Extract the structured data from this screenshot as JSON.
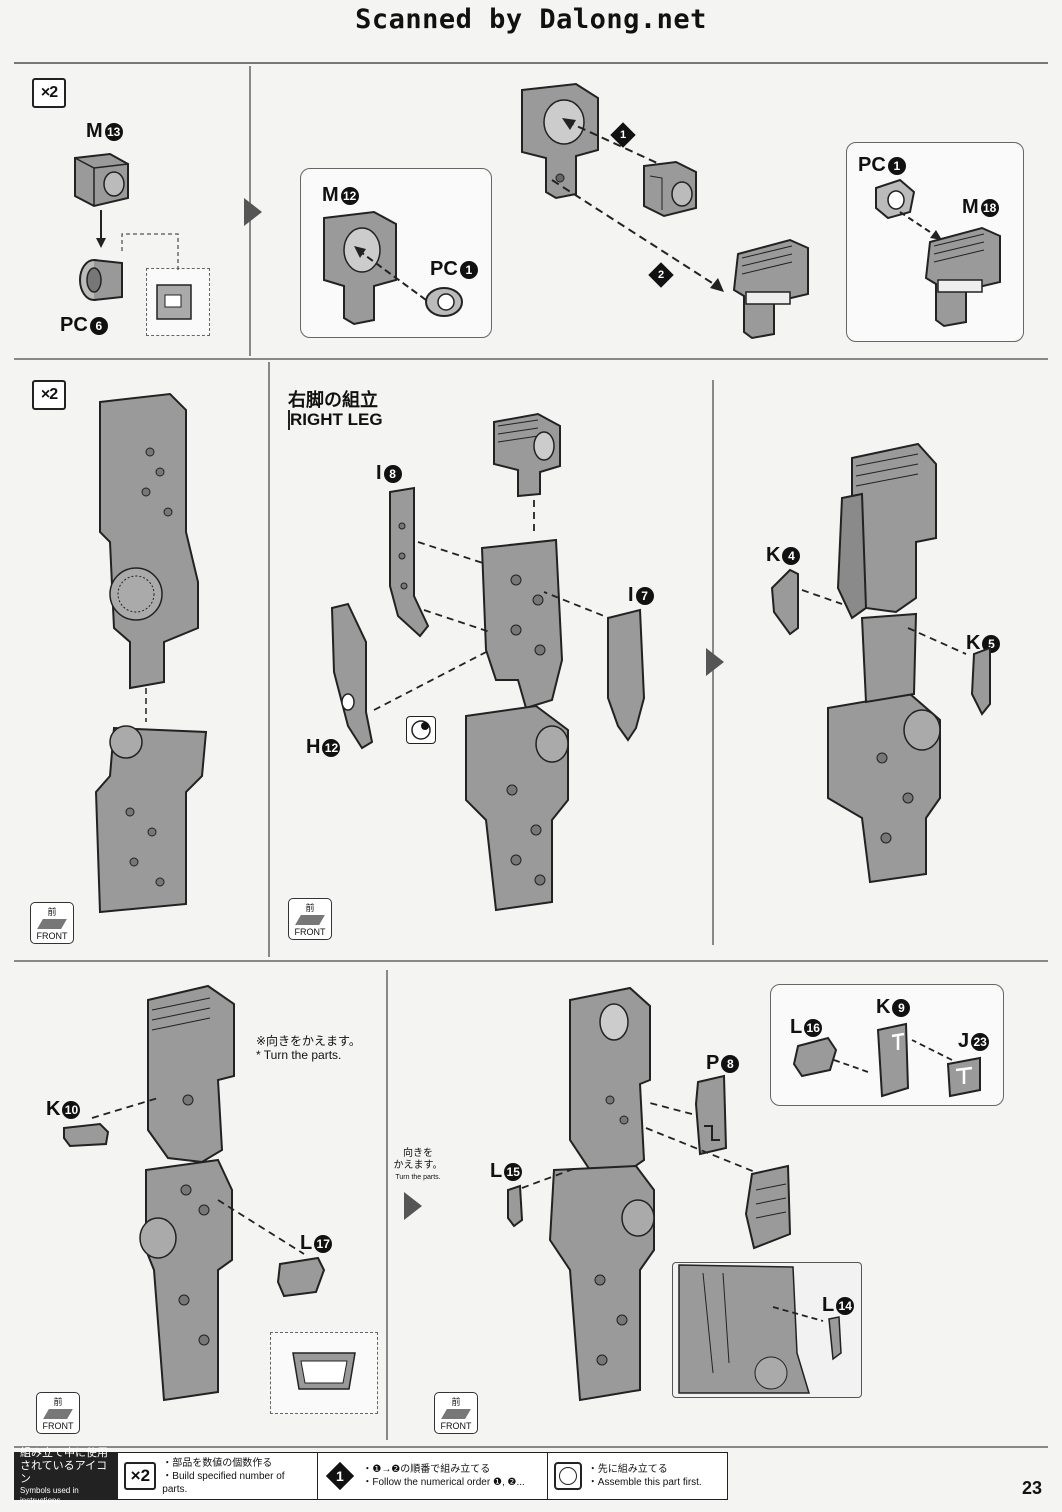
{
  "header": {
    "scan_credit": "Scanned by Dalong.net"
  },
  "step1": {
    "multiplier": "×2",
    "left_parts": {
      "m13": "M",
      "m13_num": "13",
      "pc6": "PC",
      "pc6_num": "6"
    },
    "callout_left": {
      "m12": "M",
      "m12_num": "12",
      "pc1": "PC",
      "pc1_num": "1"
    },
    "callout_right": {
      "pc1": "PC",
      "pc1_num": "1",
      "m18": "M",
      "m18_num": "18"
    },
    "order_1": "1",
    "order_2": "2"
  },
  "step2": {
    "multiplier": "×2",
    "title_jp": "右脚の組立",
    "title_en": "RIGHT LEG",
    "parts": {
      "i8": "I",
      "i8_num": "8",
      "i7": "I",
      "i7_num": "7",
      "h12": "H",
      "h12_num": "12",
      "k4": "K",
      "k4_num": "4",
      "k5": "K",
      "k5_num": "5"
    },
    "front_jp": "前",
    "front_en": "FRONT"
  },
  "step3": {
    "note_jp": "※向きをかえます。",
    "note_en": "* Turn the parts.",
    "turn_jp": "向きを\nかえます。",
    "turn_en": "Turn the parts.",
    "parts": {
      "k10": "K",
      "k10_num": "10",
      "l17": "L",
      "l17_num": "17",
      "l15": "L",
      "l15_num": "15",
      "p8": "P",
      "p8_num": "8",
      "l16": "L",
      "l16_num": "16",
      "k9": "K",
      "k9_num": "9",
      "j23": "J",
      "j23_num": "23",
      "l14": "L",
      "l14_num": "14"
    },
    "front_jp": "前",
    "front_en": "FRONT"
  },
  "footer": {
    "heading_jp": "組み立て中に使用されているアイコン",
    "heading_en": "Symbols used in instructions",
    "icon_x2": "×2",
    "x2_jp": "・部品を数値の個数作る",
    "x2_en": "・Build specified number of parts.",
    "icon_order": "1",
    "order_jp": "・❶→❷の順番で組み立てる",
    "order_en": "・Follow the numerical order ❶, ❷...",
    "first_jp": "・先に組み立てる",
    "first_en": "・Assemble this part first."
  },
  "page_number": "23"
}
